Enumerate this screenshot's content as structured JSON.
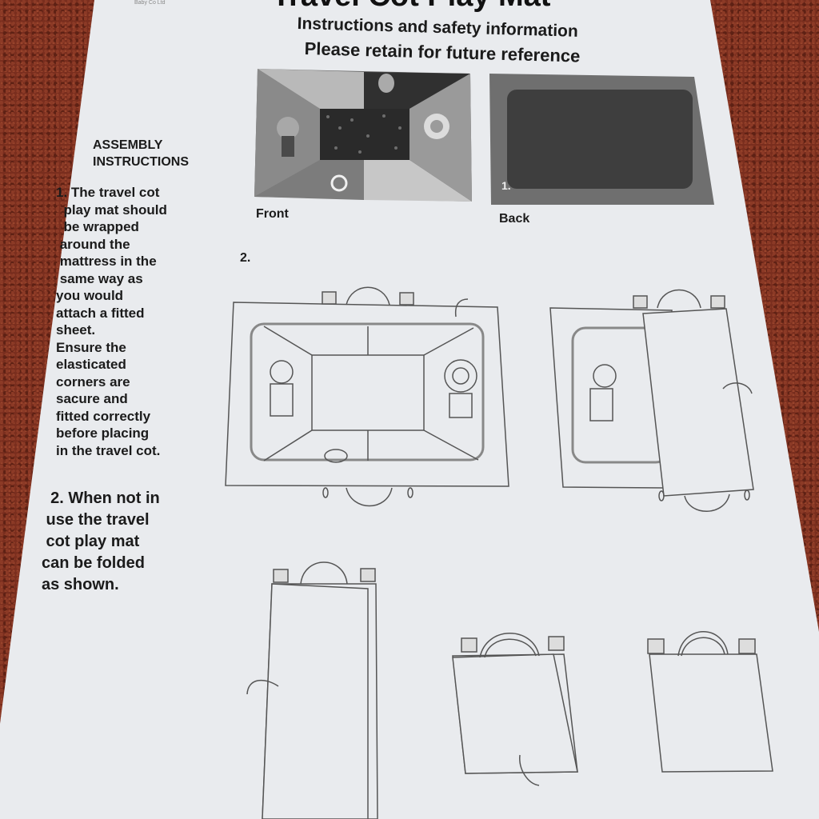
{
  "header": {
    "brand_fragment": "Baby Co Ltd",
    "title_fragment": "Travel Cot Play Mat",
    "subtitle_line1": "Instructions and safety information",
    "subtitle_line2": "Please retain for future reference"
  },
  "assembly": {
    "heading": "ASSEMBLY\nINSTRUCTIONS",
    "step1": "1. The travel cot\n  play mat should\n  be wrapped\n around the\n mattress in the\n same way as\nyou would\nattach a fitted\nsheet.\nEnsure the\nelasticated\ncorners are\nsacure and\nfitted correctly\nbefore placing\nin the travel cot.",
    "step2": "  2. When not in\n use the travel\n cot play mat\ncan be folded\nas shown."
  },
  "figures": {
    "front_label": "Front",
    "back_label": "Back",
    "back_number": "1.",
    "step2_number": "2."
  },
  "colors": {
    "paper": "#e9ebee",
    "carpet": "#7a2e1e",
    "mat_dark": "#3e3e3e",
    "line": "#555555"
  }
}
